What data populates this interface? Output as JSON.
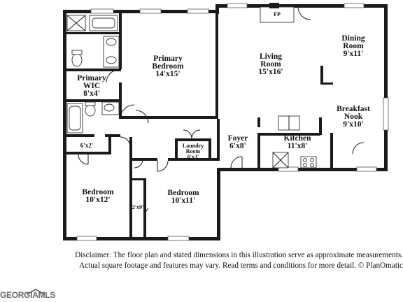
{
  "rooms": {
    "primary_bedroom": {
      "name": "Primary\nBedroom",
      "name_line1": "Primary",
      "name_line2": "Bedroom",
      "dims": "14'x15'"
    },
    "primary_wic": {
      "name_line1": "Primary",
      "name_line2": "WIC",
      "dims": "8'x4'"
    },
    "living_room": {
      "name_line1": "Living",
      "name_line2": "Room",
      "dims": "15'x16'"
    },
    "dining_room": {
      "name_line1": "Dining",
      "name_line2": "Room",
      "dims": "9'x11'"
    },
    "breakfast_nook": {
      "name_line1": "Breakfast",
      "name_line2": "Nook",
      "dims": "9'x10'"
    },
    "foyer": {
      "name": "Foyer",
      "dims": "6'x8'"
    },
    "kitchen": {
      "name": "Kitchen",
      "dims": "11'x8'"
    },
    "laundry_room": {
      "name_line1": "Laundry",
      "name_line2": "Room",
      "dims": "6'x3'"
    },
    "closet_small": {
      "dims": "6'x2'"
    },
    "bedroom_left": {
      "name": "Bedroom",
      "dims": "10'x12'"
    },
    "bedroom_right": {
      "name": "Bedroom",
      "dims": "10'x11'"
    },
    "closet_hall": {
      "dims": "2'x9'"
    }
  },
  "fireplace_label": "FP",
  "disclaimer": {
    "line1": "Disclaimer: The floor plan and stated dimensions in this illustration serve as approximate measurements.",
    "line2": "Actual square footage and features may vary. Read terms and conditions for more detail. © PlanOmatic"
  },
  "logo": {
    "text": "GEORGIAMLS",
    "colors": {
      "text": "#6b6b6b",
      "mark": "#444444"
    }
  },
  "colors": {
    "walls": "#1a1a1a",
    "background": "#ffffff"
  }
}
